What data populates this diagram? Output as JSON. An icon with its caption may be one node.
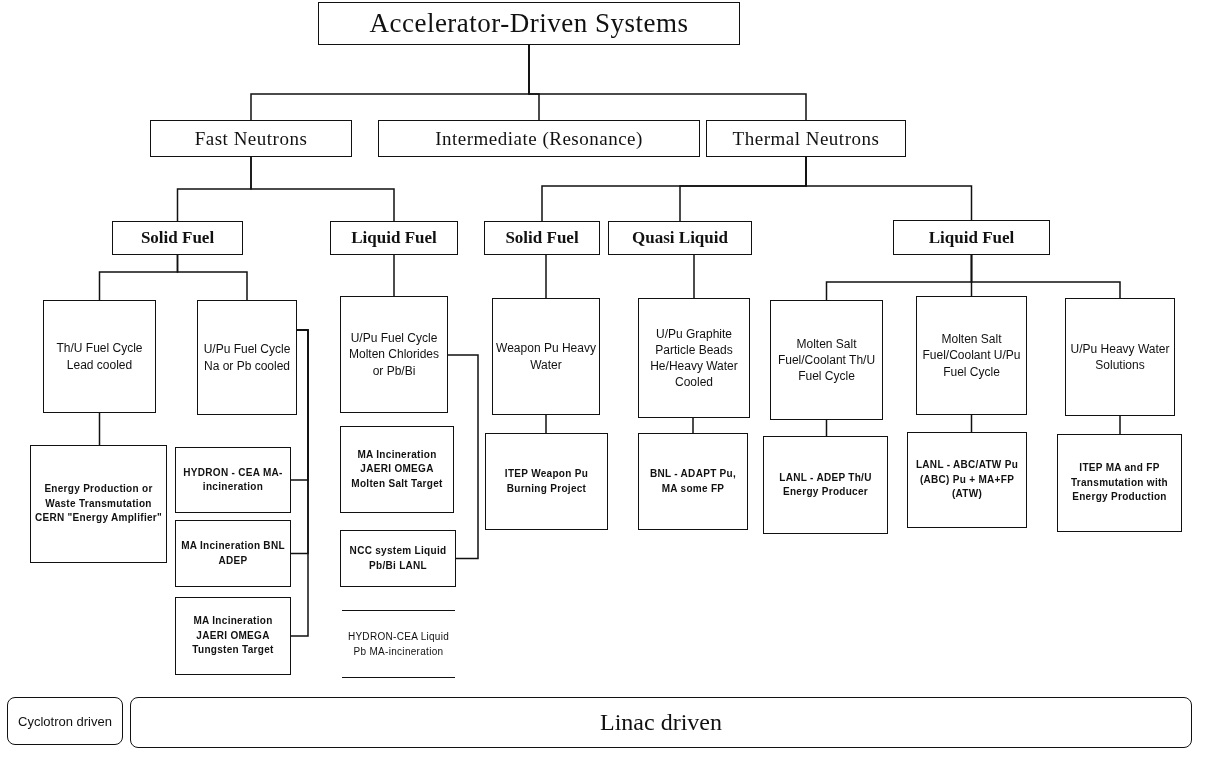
{
  "diagram": {
    "nodes": [
      {
        "text": [
          "Accelerator-Driven Systems"
        ]
      },
      {
        "text": [
          "Fast Neutrons"
        ]
      },
      {
        "text": [
          "Intermediate (Resonance)"
        ]
      },
      {
        "text": [
          "Thermal Neutrons"
        ]
      },
      {
        "text": [
          "Solid Fuel"
        ]
      },
      {
        "text": [
          "Liquid Fuel"
        ]
      },
      {
        "text": [
          "Solid Fuel"
        ]
      },
      {
        "text": [
          "Quasi Liquid"
        ]
      },
      {
        "text": [
          "Liquid Fuel"
        ]
      },
      {
        "text": [
          "Th/U Fuel Cycle Lead cooled"
        ]
      },
      {
        "text": [
          "U/Pu Fuel Cycle Na or Pb cooled"
        ]
      },
      {
        "text": [
          "U/Pu Fuel Cycle Molten Chlorides or Pb/Bi"
        ]
      },
      {
        "text": [
          "Weapon Pu Heavy Water"
        ]
      },
      {
        "text": [
          "U/Pu Graphite Particle Beads He/Heavy Water Cooled"
        ]
      },
      {
        "text": [
          "Molten Salt Fuel/Coolant Th/U Fuel Cycle"
        ]
      },
      {
        "text": [
          "Molten Salt Fuel/Coolant U/Pu Fuel Cycle"
        ]
      },
      {
        "text": [
          "U/Pu Heavy Water Solutions"
        ]
      },
      {
        "text": [
          "Energy Production or Waste Transmutation CERN \"Energy Amplifier\""
        ]
      },
      {
        "text": [
          "HYDRON - CEA MA-incineration"
        ]
      },
      {
        "text": [
          "MA Incineration BNL ADEP"
        ]
      },
      {
        "text": [
          "MA Incineration JAERI OMEGA Tungsten Target"
        ]
      },
      {
        "text": [
          "MA Incineration JAERI OMEGA Molten Salt Target"
        ]
      },
      {
        "text": [
          "NCC system Liquid Pb/Bi LANL"
        ]
      },
      {
        "text": [
          "HYDRON-CEA Liquid Pb MA-incineration"
        ]
      },
      {
        "text": [
          "ITEP Weapon Pu Burning Project"
        ]
      },
      {
        "text": [
          "BNL - ADAPT Pu, MA some FP"
        ]
      },
      {
        "text": [
          "LANL - ADEP Th/U Energy Producer"
        ]
      },
      {
        "text": [
          "LANL - ABC/ATW Pu (ABC) Pu + MA+FP (ATW)"
        ]
      },
      {
        "text": [
          "ITEP MA and FP Transmutation with Energy Production"
        ]
      },
      {
        "text": [
          "Cyclotron driven"
        ]
      },
      {
        "text": [
          "Linac driven"
        ]
      }
    ],
    "edges": [
      {
        "from": 0,
        "to": 1,
        "arrow": "none"
      },
      {
        "from": 0,
        "to": 2,
        "arrow": "none"
      },
      {
        "from": 0,
        "to": 3,
        "arrow": "none"
      },
      {
        "from": 1,
        "to": 4,
        "arrow": "none"
      },
      {
        "from": 1,
        "to": 5,
        "arrow": "none"
      },
      {
        "from": 3,
        "to": 6,
        "arrow": "none"
      },
      {
        "from": 3,
        "to": 7,
        "arrow": "none"
      },
      {
        "from": 3,
        "to": 8,
        "arrow": "none"
      },
      {
        "from": 4,
        "to": 9,
        "arrow": "none"
      },
      {
        "from": 4,
        "to": 10,
        "arrow": "none"
      },
      {
        "from": 5,
        "to": 11,
        "arrow": "none"
      },
      {
        "from": 6,
        "to": 12,
        "arrow": "none"
      },
      {
        "from": 7,
        "to": 13,
        "arrow": "none"
      },
      {
        "from": 8,
        "to": 14,
        "arrow": "none"
      },
      {
        "from": 8,
        "to": 15,
        "arrow": "none"
      },
      {
        "from": 8,
        "to": 16,
        "arrow": "none"
      },
      {
        "from": 9,
        "to": 17,
        "arrow": "none"
      },
      {
        "from": 10,
        "to": 18,
        "arrow": "none"
      },
      {
        "from": 10,
        "to": 19,
        "arrow": "none"
      },
      {
        "from": 10,
        "to": 20,
        "arrow": "none"
      },
      {
        "from": 11,
        "to": 22,
        "arrow": "none"
      },
      {
        "from": 12,
        "to": 24,
        "arrow": "none"
      },
      {
        "from": 13,
        "to": 25,
        "arrow": "none"
      },
      {
        "from": 14,
        "to": 26,
        "arrow": "none"
      },
      {
        "from": 15,
        "to": 27,
        "arrow": "none"
      },
      {
        "from": 16,
        "to": 28,
        "arrow": "none"
      }
    ]
  }
}
